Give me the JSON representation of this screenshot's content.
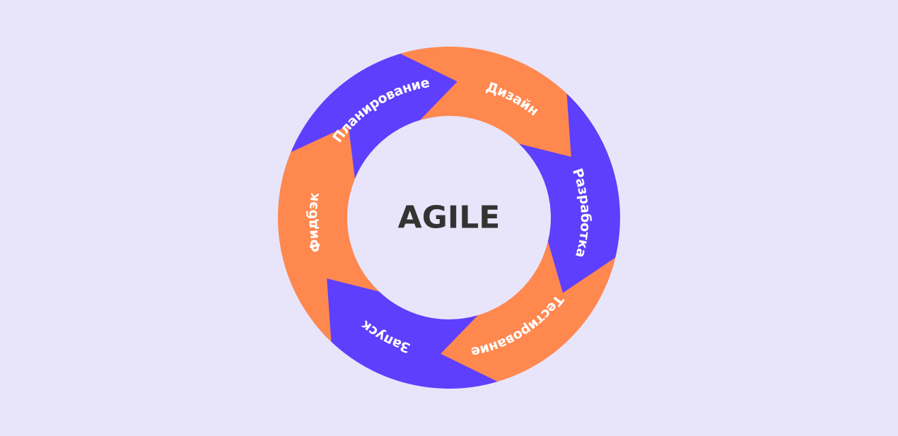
{
  "diagram": {
    "center_title": "AGILE",
    "colors": {
      "background": "#E8E5FA",
      "purple": "#5E3FFD",
      "orange": "#FF884F",
      "text": "#333333",
      "label": "#FFFFFF"
    },
    "stages": [
      {
        "label": "Планирование",
        "color": "purple"
      },
      {
        "label": "Дизайн",
        "color": "orange"
      },
      {
        "label": "Разработка",
        "color": "purple"
      },
      {
        "label": "Тестирование",
        "color": "orange"
      },
      {
        "label": "Запуск",
        "color": "purple"
      },
      {
        "label": "Фидбэк",
        "color": "orange"
      }
    ]
  }
}
